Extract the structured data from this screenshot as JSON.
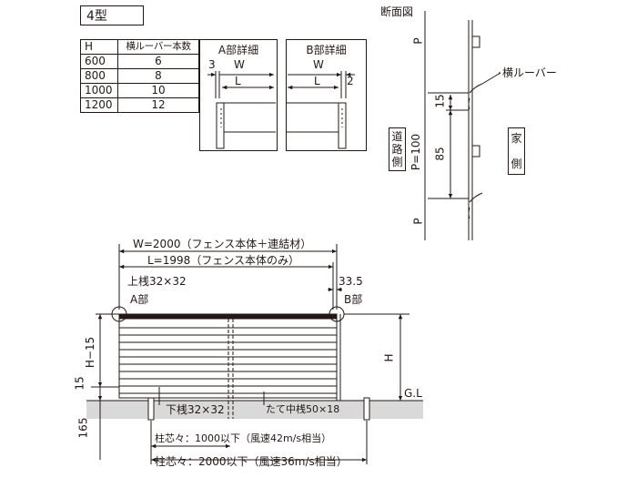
{
  "title": "4型",
  "spec_table": {
    "headers": [
      "H",
      "横ルーバー本数"
    ],
    "rows": [
      [
        "600",
        "6"
      ],
      [
        "800",
        "8"
      ],
      [
        "1000",
        "10"
      ],
      [
        "1200",
        "12"
      ]
    ]
  },
  "detail_a": {
    "title": "A部詳細",
    "dim_3": "3",
    "dim_w": "W",
    "dim_l": "L"
  },
  "detail_b": {
    "title": "B部詳細",
    "dim_w": "W",
    "dim_l": "L",
    "dim_2": "2"
  },
  "section": {
    "title": "断面図",
    "p_top": "P",
    "p_bottom": "P",
    "pitch": "P=100",
    "dim_15": "15",
    "dim_85": "85",
    "louver_label": "横ルーバー",
    "road_side": [
      "道",
      "路",
      "側"
    ],
    "house_side": [
      "家",
      "側"
    ]
  },
  "front_view": {
    "w_label": "W=2000（フェンス本体＋連結材）",
    "l_label": "L=1998（フェンス本体のみ）",
    "top_rail": "上桟32×32",
    "dim_335": "33.5",
    "part_a": "A部",
    "part_b": "B部",
    "h_minus": "H−15",
    "dim_15": "15",
    "dim_h": "H",
    "gl": "G.L",
    "bottom_rail": "下桟32×32",
    "mid_post": "たて中桟50×18",
    "dim_165": "165",
    "post_1000": "柱芯々：1000以下（風速42m/s相当）",
    "post_2000": "柱芯々：2000以下（風速36m/s相当）"
  },
  "colors": {
    "line": "#231815",
    "ground": "#d9d9d9"
  }
}
